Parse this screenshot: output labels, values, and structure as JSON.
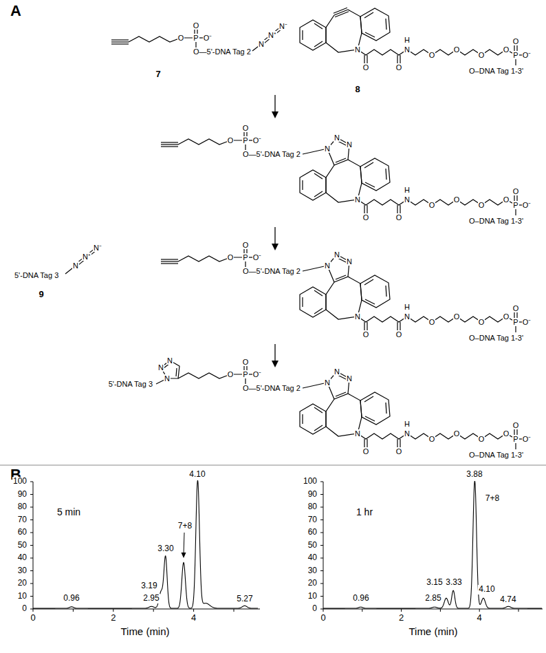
{
  "diagram": {
    "labels": [
      "A",
      "O",
      "P",
      "O⁻",
      "O",
      "O—5'-DNA Tag 2",
      "N",
      "N⁺",
      "N⁻",
      "N",
      "O",
      "O",
      "H",
      "N",
      "O",
      "O",
      "O",
      "O",
      "O",
      "P",
      "O⁻",
      "O–DNA Tag 1-3'",
      "7",
      "8",
      "O",
      "P",
      "O⁻",
      "O",
      "O—5'-DNA Tag 2",
      "N",
      "N",
      "N",
      "N",
      "O",
      "O",
      "H",
      "N",
      "O",
      "O",
      "O",
      "O",
      "O",
      "P",
      "O⁻",
      "O–DNA Tag 1-3'",
      "5'-DNA Tag 3",
      "N",
      "N⁺",
      "N⁻",
      "9",
      "O",
      "P",
      "O⁻",
      "O",
      "O—5'-DNA Tag 2",
      "N",
      "N",
      "N",
      "N",
      "O",
      "O",
      "H",
      "N",
      "O",
      "O",
      "O",
      "O",
      "O",
      "P",
      "O⁻",
      "O–DNA Tag 1-3'",
      "5'-DNA Tag 3",
      "N",
      "N",
      "N",
      "O",
      "P",
      "O⁻",
      "O",
      "O—5'-DNA Tag 2",
      "N",
      "N",
      "N",
      "N",
      "O",
      "O",
      "H",
      "N",
      "O",
      "O",
      "O",
      "O",
      "O",
      "P",
      "O⁻",
      "O–DNA Tag 1-3'",
      "B",
      "5 min",
      "0",
      "10",
      "20",
      "30",
      "40",
      "50",
      "60",
      "70",
      "80",
      "90",
      "100",
      "0",
      "2",
      "4",
      "Time (min)",
      "0.96",
      "2.95",
      "3.19",
      "3.30",
      "7+8",
      "4.10",
      "5.27",
      "1 hr",
      "0",
      "10",
      "20",
      "30",
      "40",
      "50",
      "60",
      "70",
      "80",
      "90",
      "100",
      "0",
      "2",
      "4",
      "Time (min)",
      "0.96",
      "2.85",
      "3.15",
      "3.33",
      "3.88",
      "7+8",
      "4.10",
      "4.74"
    ]
  }
}
